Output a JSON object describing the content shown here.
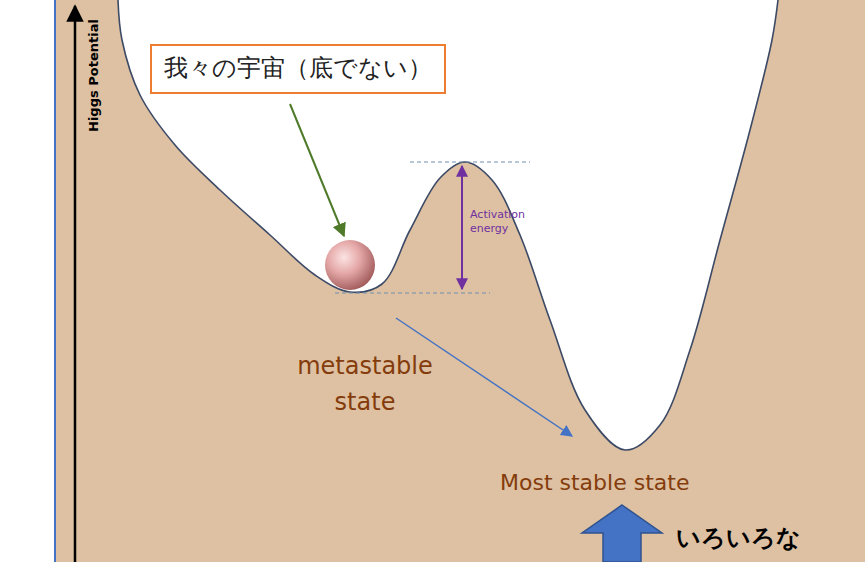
{
  "diagram": {
    "nodes": [
      {
        "text": [
          "我々の宇宙（底でない）"
        ]
      }
    ],
    "labels": [
      "Higgs Potential",
      "Activation energy",
      "metastable state",
      "Most stable state",
      "いろいろな"
    ]
  }
}
